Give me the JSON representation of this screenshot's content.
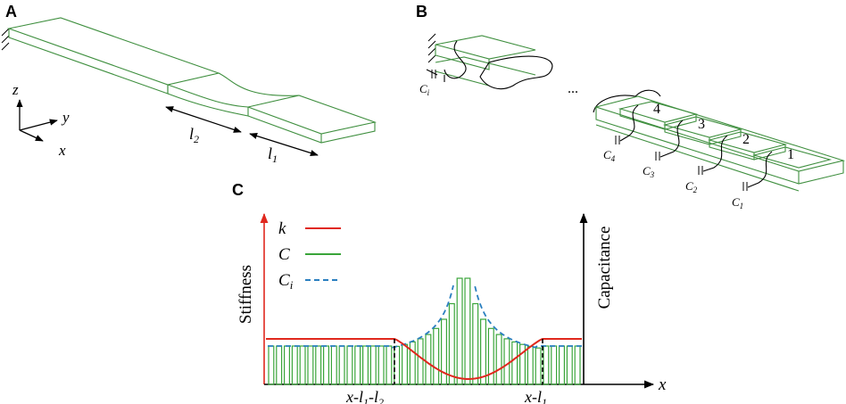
{
  "panels": {
    "a": "A",
    "b": "B",
    "c": "C"
  },
  "panel_a": {
    "axis_z": "z",
    "axis_y": "y",
    "axis_x": "x",
    "dim_l2": {
      "base": "l",
      "sub": "2"
    },
    "dim_l1": {
      "base": "l",
      "sub": "1"
    }
  },
  "panel_b": {
    "ci": {
      "base": "C",
      "sub": "i"
    },
    "ellipsis": "...",
    "blocks": [
      "4",
      "3",
      "2",
      "1"
    ],
    "caps": [
      {
        "base": "C",
        "sub": "4"
      },
      {
        "base": "C",
        "sub": "3"
      },
      {
        "base": "C",
        "sub": "2"
      },
      {
        "base": "C",
        "sub": "1"
      }
    ]
  },
  "panel_c": {
    "ylabel_left": "Stiffness",
    "ylabel_right": "Capacitance",
    "xlabel": "x",
    "legend": [
      {
        "name": "k",
        "sub": "",
        "color": "#e0281e",
        "style": "solid"
      },
      {
        "name": "C",
        "sub": "",
        "color": "#3aa53a",
        "style": "solid"
      },
      {
        "name": "C",
        "sub": "i",
        "color": "#2a7fc0",
        "style": "dashed"
      }
    ],
    "tick1": {
      "a": "x-l",
      "b": "1",
      "c": "-l",
      "d": "2"
    },
    "tick2": {
      "a": "x-l",
      "b": "1"
    },
    "colors": {
      "stiffness_axis": "#e0281e",
      "capacitance_axis": "#000000"
    }
  }
}
